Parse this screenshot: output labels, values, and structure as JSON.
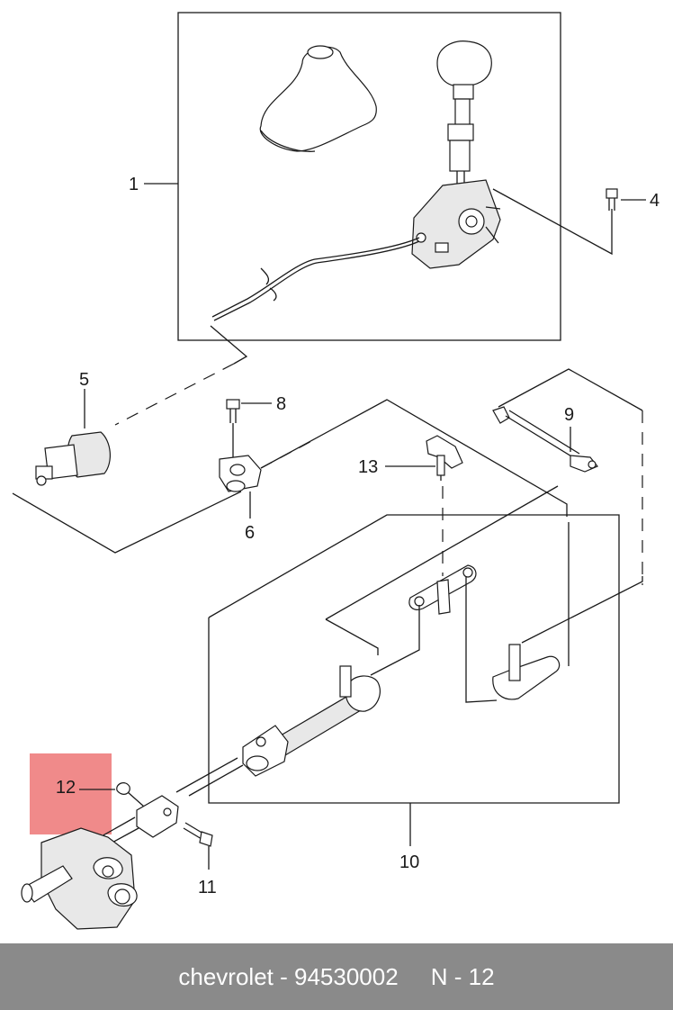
{
  "callouts": {
    "c1": "1",
    "c4": "4",
    "c5": "5",
    "c6": "6",
    "c8": "8",
    "c9": "9",
    "c10": "10",
    "c11": "11",
    "c12": "12",
    "c13": "13"
  },
  "highlight": {
    "part_number": "12",
    "color": "#f08a8a"
  },
  "footer": {
    "text": "chevrolet - 94530002     N - 12",
    "background": "#8a8a8a"
  }
}
